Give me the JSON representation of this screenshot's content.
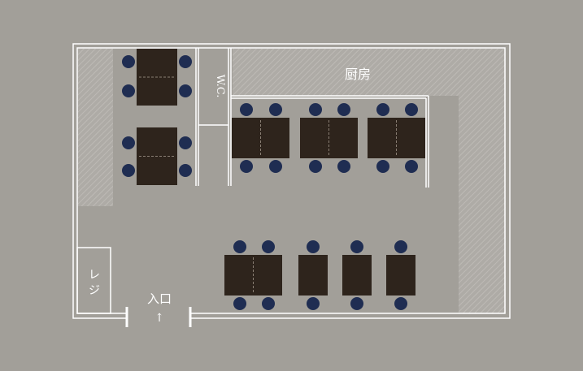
{
  "floor_plan": {
    "labels": {
      "kitchen": "厨房",
      "wc": "W.C.",
      "register": "レジ",
      "entrance": "入口",
      "entrance_arrow": "↑"
    },
    "colors": {
      "background": "#a29f99",
      "wall": "#ffffff",
      "table": "#2e241c",
      "chair": "#1f2d52",
      "hatch": "#b3b0ab"
    },
    "table_groups": [
      {
        "id": "left-top-pair",
        "seats": 4
      },
      {
        "id": "left-mid-pair",
        "seats": 4
      },
      {
        "id": "upper-row-1",
        "seats": 4
      },
      {
        "id": "upper-row-2",
        "seats": 4
      },
      {
        "id": "upper-row-3",
        "seats": 4
      },
      {
        "id": "lower-pair",
        "seats": 4
      },
      {
        "id": "lower-single-1",
        "seats": 2
      },
      {
        "id": "lower-single-2",
        "seats": 2
      },
      {
        "id": "lower-single-3",
        "seats": 2
      }
    ]
  }
}
